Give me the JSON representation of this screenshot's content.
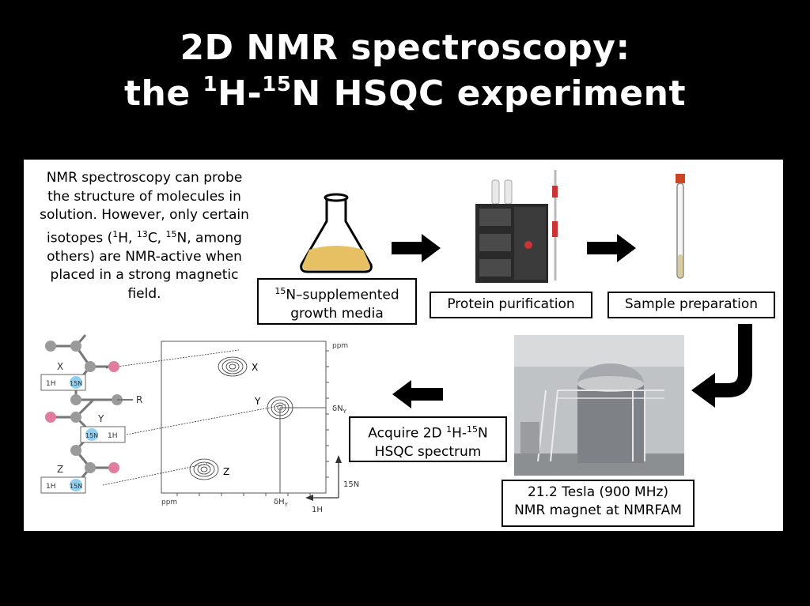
{
  "title": {
    "line1": "2D NMR spectroscopy:",
    "line2_pre": "the ",
    "sup1": "1",
    "mid": "H-",
    "sup2": "15",
    "line2_post": "N HSQC experiment"
  },
  "intro": {
    "p1": "NMR spectroscopy can probe the structure of molecules in solution. However, only certain isotopes (",
    "s1": "1",
    "t1": "H, ",
    "s2": "13",
    "t2": "C,  ",
    "s3": "15",
    "t3": "N, among others) are NMR-active when placed in a strong magnetic field."
  },
  "steps": {
    "media": {
      "sup": "15",
      "line1": "N–supplemented",
      "line2": "growth media"
    },
    "purification": "Protein purification",
    "sample": "Sample preparation",
    "magnet": {
      "line1": "21.2 Tesla (900 MHz)",
      "line2": "NMR magnet at NMRFAM"
    },
    "acquire": {
      "pre": "Acquire 2D ",
      "sup1": "1",
      "mid": "H-",
      "sup2": "15",
      "post": "N",
      "line2": "HSQC spectrum"
    }
  },
  "spectrum": {
    "ppm_top": "ppm",
    "ppm_bottom": "ppm",
    "peak_x": "X",
    "peak_y": "Y",
    "peak_z": "Z",
    "dN": "δN",
    "dN_sub": "Y",
    "dH": "δH",
    "dH_sub": "Y",
    "axis_n": "15N",
    "axis_h": "1H"
  },
  "molecule": {
    "label_x": "X",
    "label_y": "Y",
    "label_z": "Z",
    "label_r": "R",
    "h": "1H",
    "n": "15N"
  },
  "colors": {
    "arrow": "#000000",
    "media": "#e6c063",
    "oxygen": "#e07d9b",
    "nitrogen": "#8fd0f2",
    "carbon": "#9a9a9a"
  }
}
